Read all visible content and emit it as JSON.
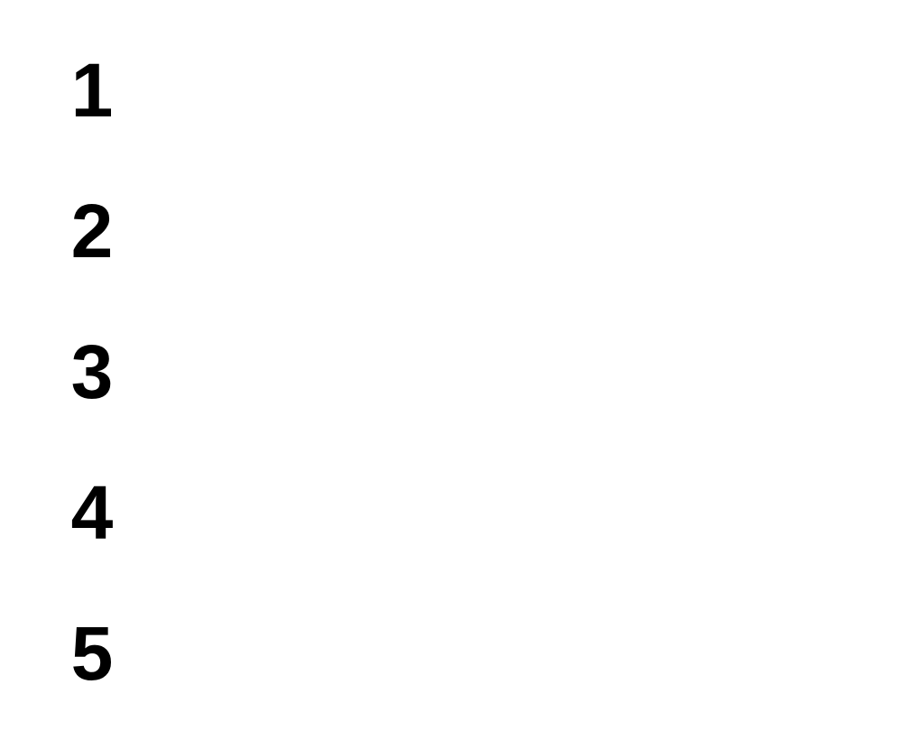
{
  "steps": [
    {
      "number": "1",
      "text": ""
    },
    {
      "number": "2",
      "text": ""
    },
    {
      "number": "3",
      "text": ""
    },
    {
      "number": "4",
      "text": ""
    },
    {
      "number": "5",
      "text": ""
    }
  ]
}
